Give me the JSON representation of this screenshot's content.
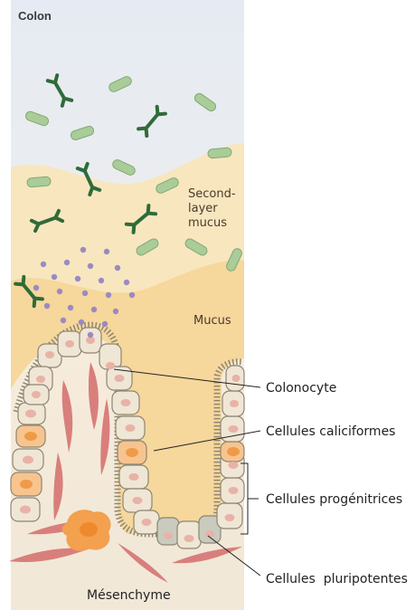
{
  "title": "Colon",
  "labels": {
    "second_layer_mucus": [
      "Second-",
      "layer",
      "mucus"
    ],
    "mucus": "Mucus",
    "mesenchyme": "Mésenchyme"
  },
  "callouts": {
    "colonocyte": "Colonocyte",
    "goblet": "Cellules caliciformes",
    "progenitor": "Cellules progénitrices",
    "stem": "Cellules  pluripotentes"
  },
  "colors": {
    "lumen_top": "#dfe8f2",
    "second_mucus": "#f8e6bf",
    "mucus": "#f6d79c",
    "tissue": "#f4ead9",
    "bacteria_rod": "#a9cc98",
    "bacteria_y": "#2f6b3a",
    "molecule": "#9a8ac2",
    "cell_fill": "#efe6d6",
    "cell_nucleus": "#e9b2a6",
    "goblet_fill": "#f7c48f",
    "goblet_nucleus": "#ef9a48",
    "stem_fill": "#c9cbbf",
    "fibroblast": "#d87f7c",
    "immune_cell": "#f3a04f"
  }
}
